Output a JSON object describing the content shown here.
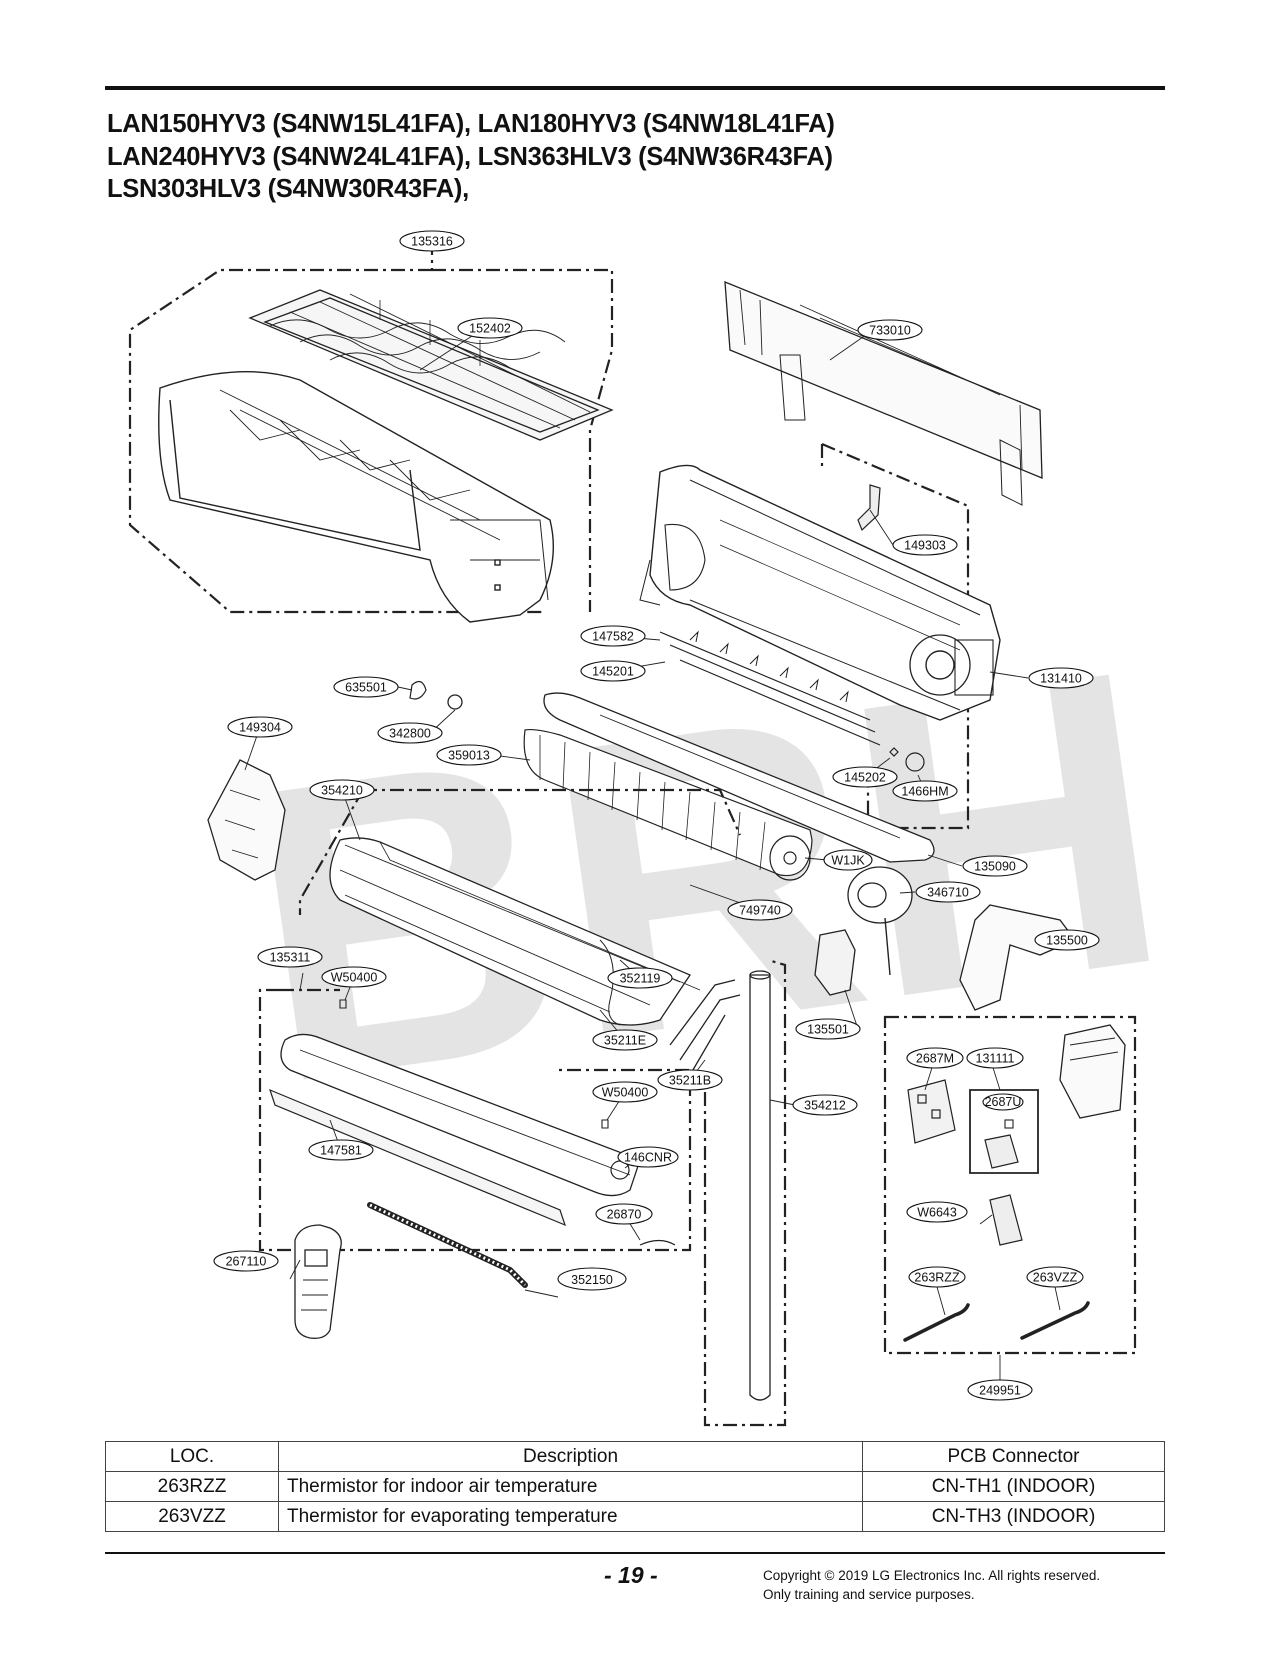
{
  "title_lines": [
    "LAN150HYV3 (S4NW15L41FA), LAN180HYV3 (S4NW18L41FA)",
    "LAN240HYV3 (S4NW24L41FA), LSN363HLV3 (S4NW36R43FA)",
    "LSN303HLV3 (S4NW30R43FA),"
  ],
  "watermark": "BRH",
  "part_labels": [
    "135316",
    "152402",
    "733010",
    "149303",
    "147582",
    "131410",
    "145201",
    "635501",
    "342800",
    "149304",
    "359013",
    "145202",
    "1466HM",
    "354210",
    "135090",
    "W1JK",
    "346710",
    "749740",
    "135500",
    "135311",
    "W50400",
    "352119",
    "135501",
    "35211E",
    "35211B",
    "2687M",
    "131111",
    "2687U",
    "W50400",
    "354212",
    "147581",
    "146CNR",
    "26870",
    "W6643",
    "267110",
    "352150",
    "263RZZ",
    "263VZZ",
    "249951"
  ],
  "table": {
    "headers": [
      "LOC.",
      "Description",
      "PCB Connector"
    ],
    "rows": [
      [
        "263RZZ",
        "Thermistor for indoor air temperature",
        "CN-TH1 (INDOOR)"
      ],
      [
        "263VZZ",
        "Thermistor for evaporating temperature",
        "CN-TH3 (INDOOR)"
      ]
    ]
  },
  "footer": {
    "page_number": "- 19 -",
    "copyright_line1": "Copyright © 2019 LG Electronics Inc. All rights reserved.",
    "copyright_line2": "Only training and service purposes."
  }
}
